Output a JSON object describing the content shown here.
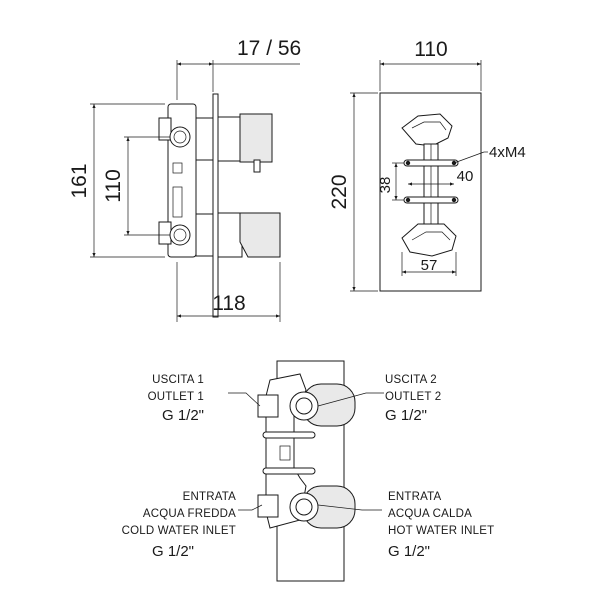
{
  "dimensions": {
    "side_depth": "17 / 56",
    "side_height": "161",
    "side_inlet_spacing": "110",
    "side_width": "118",
    "front_width": "110",
    "front_height": "220",
    "front_screws": "4xM4",
    "front_hole_spacing_40": "40",
    "front_hole_spacing_38": "38",
    "front_hole_spacing_57": "57"
  },
  "connections": {
    "outlet1": {
      "line1": "USCITA 1",
      "line2": "OUTLET 1",
      "thread": "G 1/2\""
    },
    "outlet2": {
      "line1": "USCITA 2",
      "line2": "OUTLET 2",
      "thread": "G 1/2\""
    },
    "cold_inlet": {
      "line1": "ENTRATA",
      "line2": "ACQUA FREDDA",
      "line3": "COLD WATER INLET",
      "thread": "G 1/2\""
    },
    "hot_inlet": {
      "line1": "ENTRATA",
      "line2": "ACQUA CALDA",
      "line3": "HOT WATER INLET",
      "thread": "G 1/2\""
    }
  }
}
